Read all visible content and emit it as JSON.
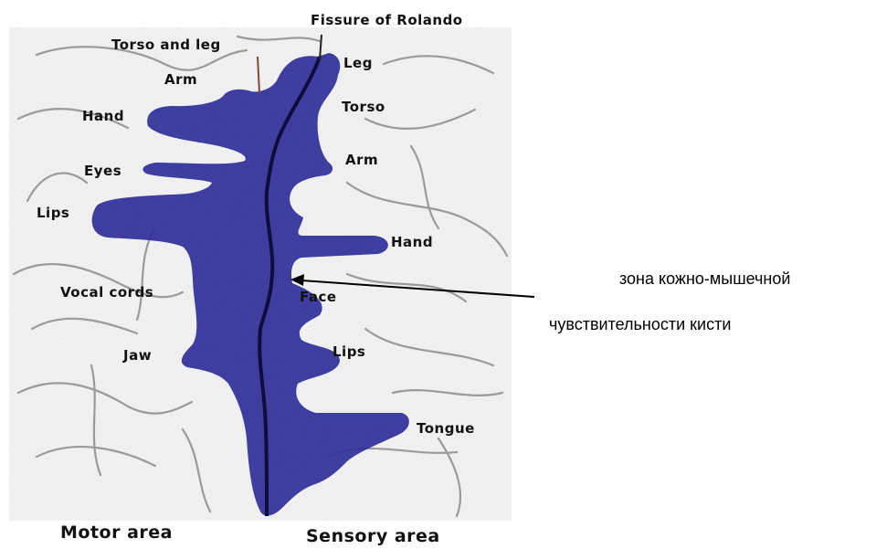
{
  "diagram": {
    "motor_labels": {
      "torso_and_leg": "Torso and leg",
      "arm": "Arm",
      "hand": "Hand",
      "eyes": "Eyes",
      "lips": "Lips",
      "vocal_cords": "Vocal cords",
      "jaw": "Jaw"
    },
    "sensory_labels": {
      "fissure": "Fissure of Rolando",
      "leg": "Leg",
      "torso": "Torso",
      "arm": "Arm",
      "hand": "Hand",
      "face": "Face",
      "lips": "Lips",
      "tongue": "Tongue"
    },
    "area_labels": {
      "motor": "Motor area",
      "sensory": "Sensory area"
    },
    "annotation": {
      "line1": "зона кожно-мышечной",
      "line2": "чувствительности кисти"
    },
    "colors": {
      "region_fill": "#2f2f9a",
      "fissure_line": "#0e0e3a",
      "sulci": "#9a9a9a",
      "background": "#ffffff"
    }
  }
}
